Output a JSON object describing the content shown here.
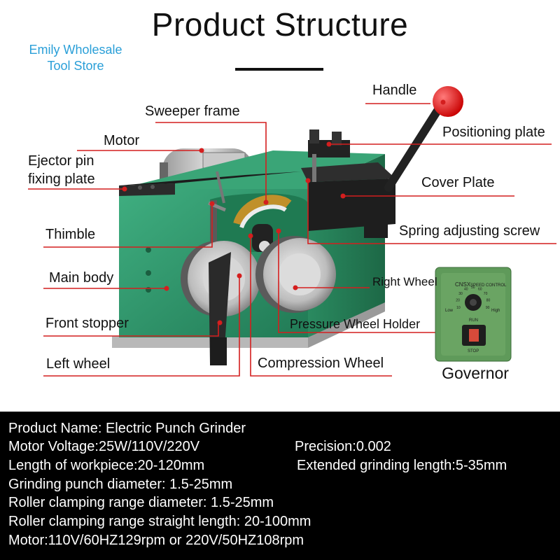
{
  "header": {
    "title": "Product Structure",
    "store_name_line1": "Emily Wholesale",
    "store_name_line2": "Tool Store"
  },
  "labels": {
    "handle": "Handle",
    "sweeper_frame": "Sweeper frame",
    "positioning_plate": "Positioning plate",
    "motor": "Motor",
    "ejector_line1": "Ejector pin",
    "ejector_line2": "fixing plate",
    "cover_plate": "Cover Plate",
    "thimble": "Thimble",
    "spring_adjusting_screw": "Spring adjusting screw",
    "main_body": "Main body",
    "right_wheel": "Right Wheel",
    "front_stopper": "Front stopper",
    "pressure_wheel_holder": "Pressure Wheel Holder",
    "left_wheel": "Left wheel",
    "compression_wheel": "Compression Wheel",
    "governor": "Governor"
  },
  "governor_panel": {
    "brand": "CNSX",
    "panel_title": "SPEED CONTROL",
    "low": "Low",
    "high": "High",
    "run": "RUN",
    "stop": "STOP",
    "ticks": [
      "10",
      "20",
      "30",
      "40",
      "50",
      "60",
      "70",
      "80",
      "90"
    ]
  },
  "specs": {
    "product_name": "Product Name: Electric Punch Grinder",
    "motor_voltage": "Motor Voltage:25W/110V/220V",
    "precision": "Precision:0.002",
    "workpiece_length": "Length of workpiece:20-120mm",
    "extended_grinding": "Extended grinding length:5-35mm",
    "punch_diameter": "Grinding punch diameter: 1.5-25mm",
    "roller_clamping_diameter": "Roller clamping range diameter: 1.5-25mm",
    "roller_clamping_length": "Roller clamping range straight length: 20-100mm",
    "motor_speed": "Motor:110V/60HZ129rpm or 220V/50HZ108rpm"
  },
  "colors": {
    "leader": "#d41e1e",
    "store_text": "#2a9fd8",
    "machine_green": "#2e9a6e",
    "governor_green": "#5f9a5a",
    "spec_bg": "#000000"
  }
}
